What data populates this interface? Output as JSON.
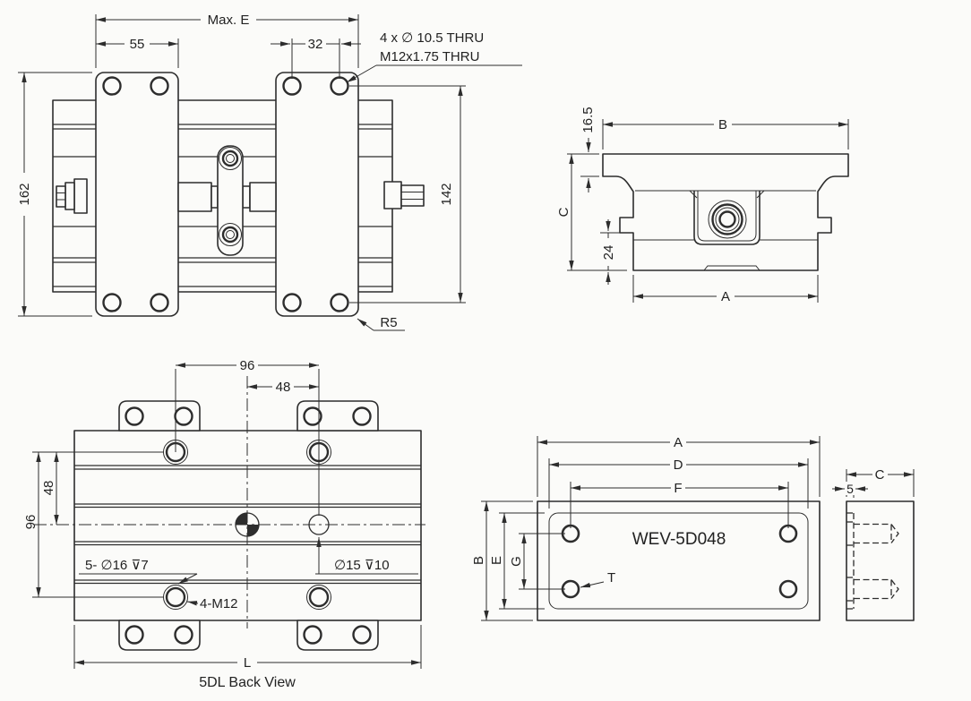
{
  "drawing": {
    "line_color": "#2d2d2d",
    "front_view": {
      "dim_max_e": "Max. E",
      "dim_55": "55",
      "dim_32": "32",
      "hole_note_line1": "4 x  ∅ 10.5 THRU",
      "hole_note_line2": "M12x1.75 THRU",
      "dim_162": "162",
      "dim_142": "142",
      "radius_note": "R5"
    },
    "section_view": {
      "dim_16_5": "16.5",
      "dim_b": "B",
      "dim_c": "C",
      "dim_24": "24",
      "dim_a": "A"
    },
    "back_view": {
      "dim_96_top": "96",
      "dim_48_top": "48",
      "dim_48_left": "48",
      "dim_96_left": "96",
      "counterbore_note": "5- ∅16 ⊽7",
      "hole_note": "∅15 ⊽10",
      "thread_note": "4-M12",
      "dim_l": "L",
      "caption": "5DL Back View"
    },
    "plate_view": {
      "dim_a": "A",
      "dim_d": "D",
      "dim_f": "F",
      "dim_b": "B",
      "dim_e": "E",
      "dim_g": "G",
      "part_number": "WEV-5D048",
      "t_callout": "T",
      "dim_c": "C",
      "dim_5": "5"
    }
  }
}
